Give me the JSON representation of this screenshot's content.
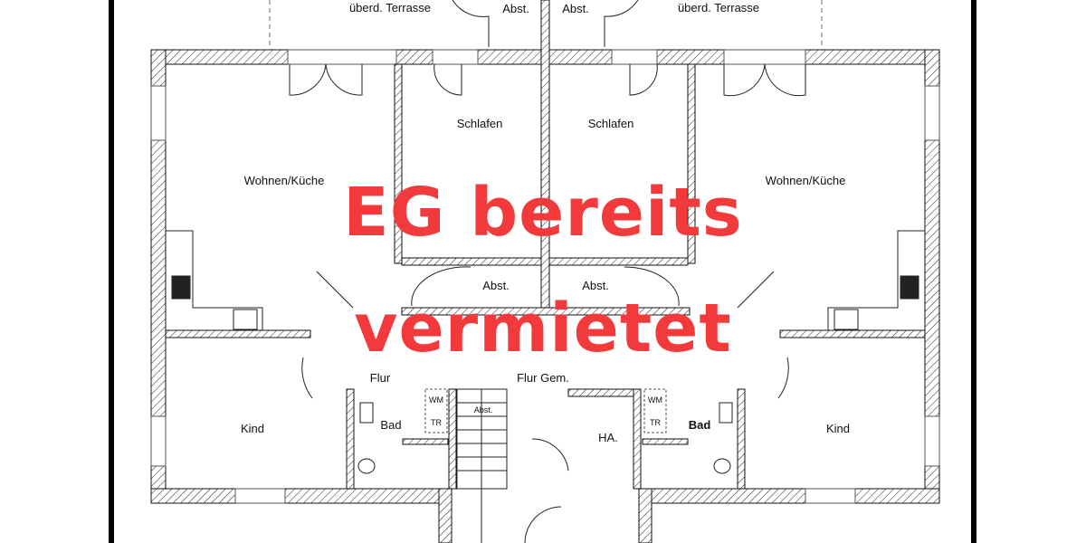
{
  "plan": {
    "labels": {
      "terrace_left": "überd. Terrasse",
      "terrace_right": "überd. Terrasse",
      "abst_top_left": "Abst.",
      "abst_top_right": "Abst.",
      "schlafen_left": "Schlafen",
      "schlafen_right": "Schlafen",
      "wohnen_left": "Wohnen/Küche",
      "wohnen_right": "Wohnen/Küche",
      "abst_mid_left": "Abst.",
      "abst_mid_right": "Abst.",
      "flur_left": "Flur",
      "flur_gem": "Flur Gem.",
      "abst_stairs": "Abst.",
      "wm_left": "WM",
      "tr_left": "TR",
      "wm_right": "WM",
      "tr_right": "TR",
      "bad_left": "Bad",
      "bad_right": "Bad",
      "ha": "HA.",
      "kind_left": "Kind",
      "kind_right": "Kind"
    }
  },
  "overlay": {
    "line1": "EG bereits",
    "line2": "vermietet",
    "color": "#f23a3c"
  }
}
